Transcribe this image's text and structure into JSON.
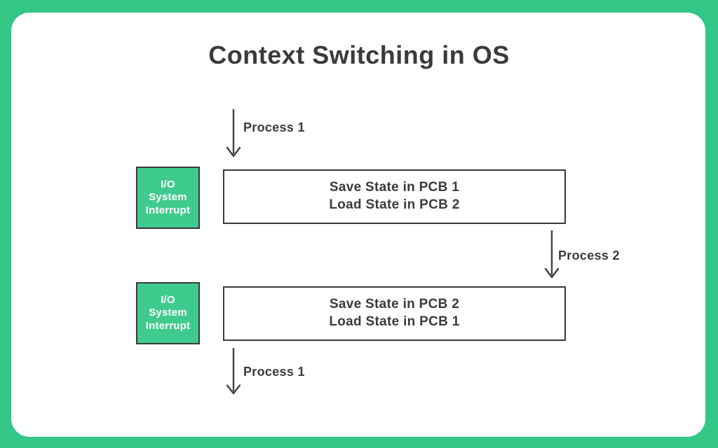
{
  "title": "Context Switching in OS",
  "colors": {
    "frame": "#33c787",
    "interrupt": "#3fcb8e",
    "ink": "#3b3b3b",
    "canvas": "#ffffff"
  },
  "arrows": {
    "top": "Process 1",
    "middle": "Process 2",
    "bottom": "Process 1"
  },
  "rows": {
    "first": {
      "interrupt": "I/O\nSystem\nInterrupt",
      "pcb": "Save State in PCB 1\nLoad State in PCB 2"
    },
    "second": {
      "interrupt": "I/O\nSystem\nInterrupt",
      "pcb": "Save State in PCB 2\nLoad State in PCB 1"
    }
  }
}
